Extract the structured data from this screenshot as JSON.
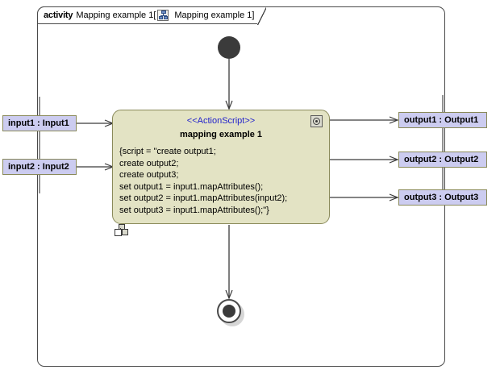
{
  "frame": {
    "keyword": "activity",
    "name": "Mapping example 1",
    "bracket_open": "[",
    "diagram_name": "Mapping example 1",
    "bracket_close": "]",
    "icon": "activity-diagram-icon",
    "border_color": "#4a4a4a",
    "background": "#ffffff"
  },
  "action": {
    "stereotype": "<<ActionScript>>",
    "stereotype_color": "#2222cc",
    "title": "mapping example 1",
    "script_lines": [
      "{script = \"create output1;",
      "create output2;",
      "create output3;",
      "set output1 = input1.mapAttributes();",
      "set output2 = input1.mapAttributes(input2);",
      "set output3 = input1.mapAttributes();\"}"
    ],
    "fill_color": "#e3e3c4",
    "border_color": "#8a8a5a",
    "gear_icon": "gear-icon",
    "structured_icon": "structured-activity-icon"
  },
  "nodes": {
    "initial": "initial-node",
    "final": "activity-final-node"
  },
  "pins": {
    "fill_color": "#ccccf0",
    "border_color": "#8a8a5a",
    "inputs": [
      {
        "label": "input1 : Input1"
      },
      {
        "label": "input2 : Input2"
      }
    ],
    "outputs": [
      {
        "label": "output1 : Output1"
      },
      {
        "label": "output2 : Output2"
      },
      {
        "label": "output3 : Output3"
      }
    ]
  },
  "flows": {
    "arrow_color": "#3a3a3a"
  }
}
